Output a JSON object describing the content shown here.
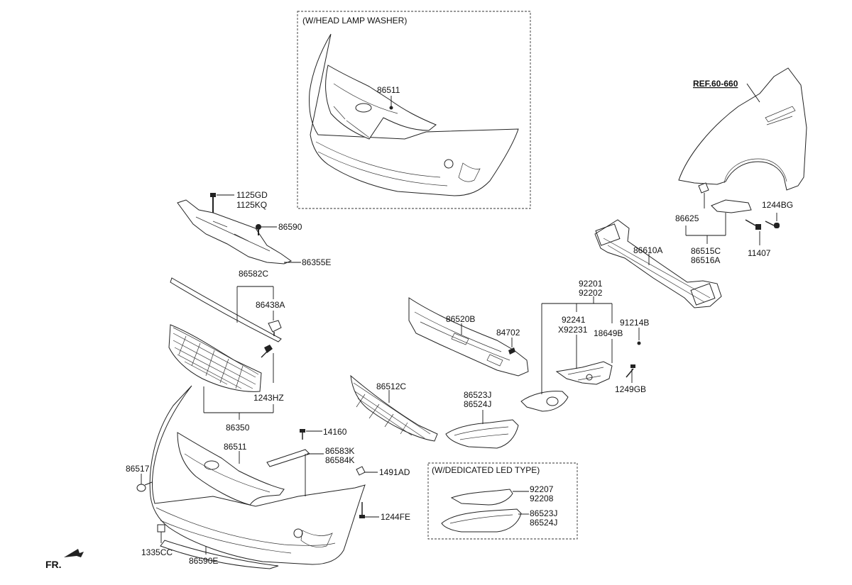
{
  "insets": {
    "head_lamp_washer": {
      "title": "(W/HEAD LAMP WASHER)",
      "part": "86511"
    },
    "dedicated_led": {
      "title": "(W/DEDICATED LED TYPE)",
      "parts": [
        "92207",
        "92208",
        "86523J",
        "86524J"
      ]
    }
  },
  "reference": "REF.60-660",
  "direction": "FR.",
  "labels": {
    "p1125GD": "1125GD",
    "p1125KQ": "1125KQ",
    "p86590": "86590",
    "p86355E": "86355E",
    "p86582C": "86582C",
    "p86438A": "86438A",
    "p1243HZ": "1243HZ",
    "p86350": "86350",
    "p86511": "86511",
    "p86517": "86517",
    "p14160": "14160",
    "p86583K": "86583K",
    "p86584K": "86584K",
    "p1491AD": "1491AD",
    "p1244FE": "1244FE",
    "p1335CC": "1335CC",
    "p86590E": "86590E",
    "p86520B": "86520B",
    "p84702": "84702",
    "p86512C": "86512C",
    "p86523J": "86523J",
    "p86524J": "86524J",
    "p92201": "92201",
    "p92202": "92202",
    "p92241": "92241",
    "pX92231": "X92231",
    "p18649B": "18649B",
    "p91214B": "91214B",
    "p1249GB": "1249GB",
    "p86610A": "86610A",
    "p86625": "86625",
    "p86515C": "86515C",
    "p86516A": "86516A",
    "p1244BG": "1244BG",
    "p11407": "11407"
  }
}
